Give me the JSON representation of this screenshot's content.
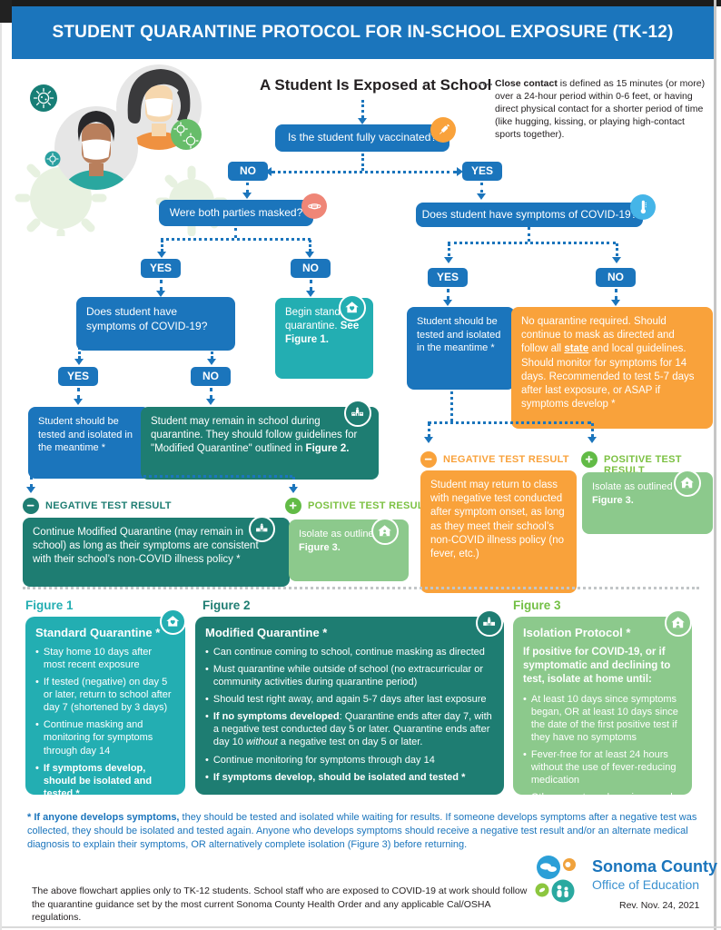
{
  "header": {
    "title": "STUDENT QUARANTINE PROTOCOL FOR IN-SCHOOL EXPOSURE (TK-12)"
  },
  "flow": {
    "exposed_title": "A Student Is Exposed at School",
    "close_contact": {
      "bold": "Close contact",
      "rest": " is defined as 15 minutes (or more) over a 24-hour period within 0-6 feet, or having direct physical contact for a shorter period of time (like hugging, kissing, or playing high-contact sports together)."
    },
    "q_vaccinated": "Is the student fully vaccinated?",
    "no": "NO",
    "yes": "YES",
    "q_masked": "Were both parties masked?",
    "q_symptoms": "Does student have symptoms of COVID-19?",
    "begin_standard": {
      "text": "Begin standard quarantine. ",
      "bold": "See Figure 1."
    },
    "tested_isolated": "Student should be tested and isolated in the meantime *",
    "remain_school": {
      "text": "Student may remain in school during quarantine. They should follow guidelines for \"Modified Quarantine\" outlined in ",
      "bold": "Figure 2."
    },
    "labels": {
      "negative": "NEGATIVE TEST RESULT",
      "positive": "POSITIVE TEST RESULT"
    },
    "continue_modified": "Continue Modified Quarantine (may remain in school) as long as their symptoms are consistent with their school’s non-COVID illness policy *",
    "isolate": {
      "text": "Isolate as outlined in ",
      "bold": "Figure 3."
    },
    "no_quarantine": {
      "pre": "No quarantine required. Should continue to mask as directed and follow all ",
      "link": "state",
      "post": " and local guidelines. Should monitor for symptoms for 14 days. Recommended to test 5-7 days after last exposure, or ASAP if symptoms develop *"
    },
    "return_class": "Student may return to class with negative test conducted after symptom onset, as long as they meet their school’s non-COVID illness policy (no fever, etc.)"
  },
  "figures": {
    "fig1": {
      "label": "Figure 1",
      "title": "Standard Quarantine *",
      "bullets": [
        "Stay home 10 days after most recent exposure",
        "If tested (negative) on day 5 or later, return to school after day 7  (shortened by 3 days)",
        "Continue masking and monitoring for symptoms through day 14",
        "If symptoms develop, should be isolated and tested *"
      ]
    },
    "fig2": {
      "label": "Figure 2",
      "title": "Modified Quarantine *",
      "b1": "Can continue coming to school, continue masking as directed",
      "b2": "Must quarantine while outside of school (no extracurricular or community activities during quarantine period)",
      "b3": "Should test right away, and again 5-7 days after last exposure",
      "b4_bold": "If no symptoms developed",
      "b4_mid": ":  Quarantine ends after day 7, with a negative test conducted day 5 or later. Quarantine ends after day 10 ",
      "b4_italic": "without",
      "b4_end": " a negative test on day 5 or later.",
      "b5": "Continue monitoring for symptoms through day 14",
      "b6": "If symptoms develop, should be isolated and tested *"
    },
    "fig3": {
      "label": "Figure 3",
      "title": "Isolation Protocol *",
      "intro": "If positive for COVID-19, or if symptomatic and declining to test, isolate at home until:",
      "bullets": [
        "At least 10 days since symptoms began, OR at least 10 days since the date of the first positive test if they have no symptoms",
        "Fever-free for at least 24 hours without the use of fever-reducing medication",
        "Other symptoms have improved"
      ]
    }
  },
  "footnote": {
    "bold": "* If anyone develops symptoms,",
    "rest": " they should be tested and isolated while waiting for results. If someone develops symptoms after a negative test was collected, they should be isolated and tested again. Anyone who develops symptoms should receive a negative test result and/or an alternate medical diagnosis to explain their symptoms, OR alternatively complete isolation (Figure 3) before returning."
  },
  "footer": {
    "note": "The above flowchart applies only to TK-12 students. School staff who are exposed to COVID-19 at work should follow the quarantine guidance set by the most current Sonoma County Health Order and any applicable Cal/OSHA regulations.",
    "org_name": "Sonoma County",
    "org_sub": "Office of Education",
    "revision": "Rev. Nov. 24, 2021"
  },
  "icons": {
    "syringe": "diagonal syringe on orange circle",
    "mask": "face mask on salmon circle",
    "thermometer": "thermometer on light-blue circle",
    "home_heart": "house with heart on teal circle",
    "school": "school building on dark-teal circle",
    "home_person": "house with person on green circle",
    "minus": "minus on filled circle",
    "plus": "plus on filled circle",
    "virus": "virus particle"
  },
  "colors": {
    "blue": "#1b75bc",
    "teal": "#23aeb2",
    "dark_teal": "#1e7d72",
    "orange": "#f9a23b",
    "green_box": "#8cc98c",
    "bright_green": "#62bb46",
    "label_green": "#7cc142",
    "salmon": "#ef8677",
    "light_blue": "#45b5e8"
  }
}
